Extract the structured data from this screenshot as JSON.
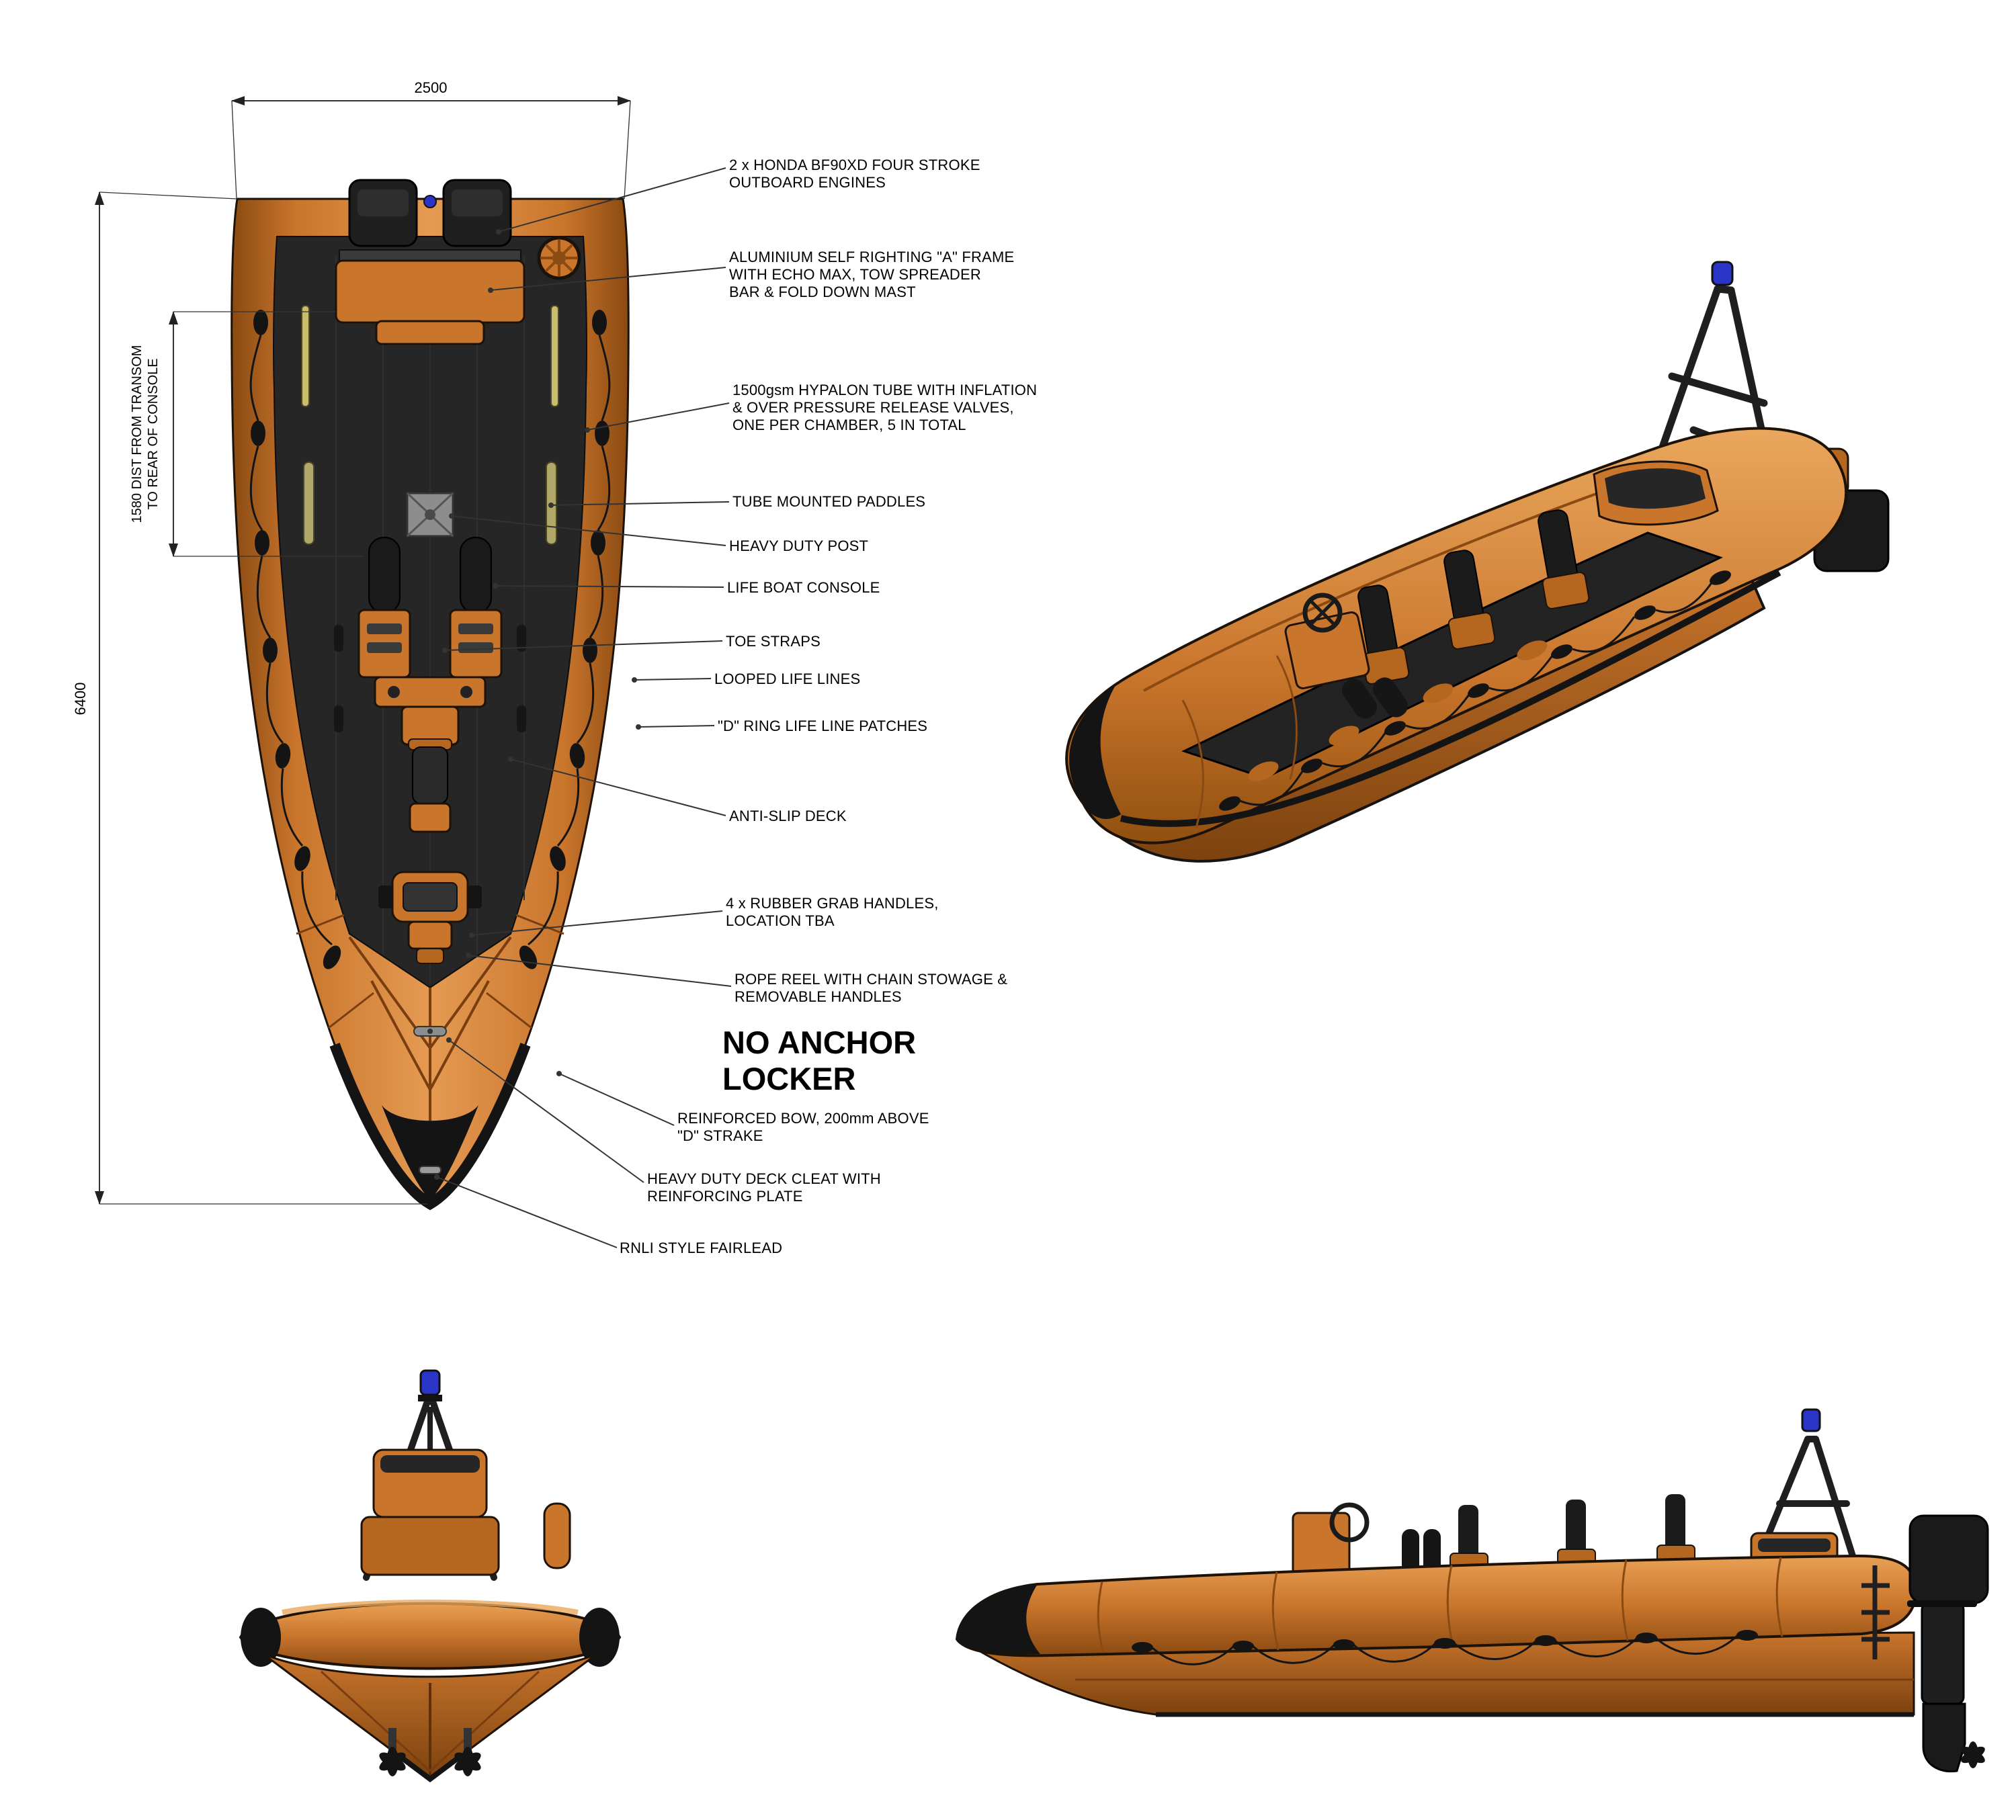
{
  "dimensions": {
    "beam": "2500",
    "length": "6400",
    "console_distance": "1580 DIST FROM TRANSOM\nTO REAR OF CONSOLE"
  },
  "callouts": [
    {
      "id": "engines",
      "label": "2 x HONDA BF90XD FOUR STROKE\nOUTBOARD ENGINES"
    },
    {
      "id": "a-frame",
      "label": "ALUMINIUM SELF RIGHTING \"A\" FRAME\nWITH ECHO MAX, TOW SPREADER\nBAR & FOLD DOWN MAST"
    },
    {
      "id": "hypalon-tube",
      "label": "1500gsm HYPALON TUBE WITH INFLATION\n& OVER PRESSURE RELEASE VALVES,\nONE PER CHAMBER, 5 IN TOTAL"
    },
    {
      "id": "paddles",
      "label": "TUBE MOUNTED PADDLES"
    },
    {
      "id": "heavy-post",
      "label": "HEAVY DUTY POST"
    },
    {
      "id": "console",
      "label": "LIFE BOAT CONSOLE"
    },
    {
      "id": "toe-straps",
      "label": "TOE STRAPS"
    },
    {
      "id": "life-lines",
      "label": "LOOPED LIFE LINES"
    },
    {
      "id": "d-ring",
      "label": "\"D\" RING LIFE LINE PATCHES"
    },
    {
      "id": "anti-slip",
      "label": "ANTI-SLIP DECK"
    },
    {
      "id": "grab-handles",
      "label": "4 x RUBBER GRAB HANDLES,\nLOCATION TBA"
    },
    {
      "id": "rope-reel",
      "label": "ROPE REEL WITH CHAIN STOWAGE &\nREMOVABLE HANDLES"
    },
    {
      "id": "reinforced-bow",
      "label": "REINFORCED BOW, 200mm ABOVE\n\"D\" STRAKE"
    },
    {
      "id": "deck-cleat",
      "label": "HEAVY DUTY DECK CLEAT WITH\nREINFORCING PLATE"
    },
    {
      "id": "fairlead",
      "label": "RNLI STYLE FAIRLEAD"
    }
  ],
  "notes": {
    "anchor": "NO ANCHOR\nLOCKER"
  },
  "colors": {
    "hull_orange": "#c9752c",
    "deck_dark": "#262626",
    "tube_black": "#141414",
    "beacon_blue": "#2a35c8"
  }
}
